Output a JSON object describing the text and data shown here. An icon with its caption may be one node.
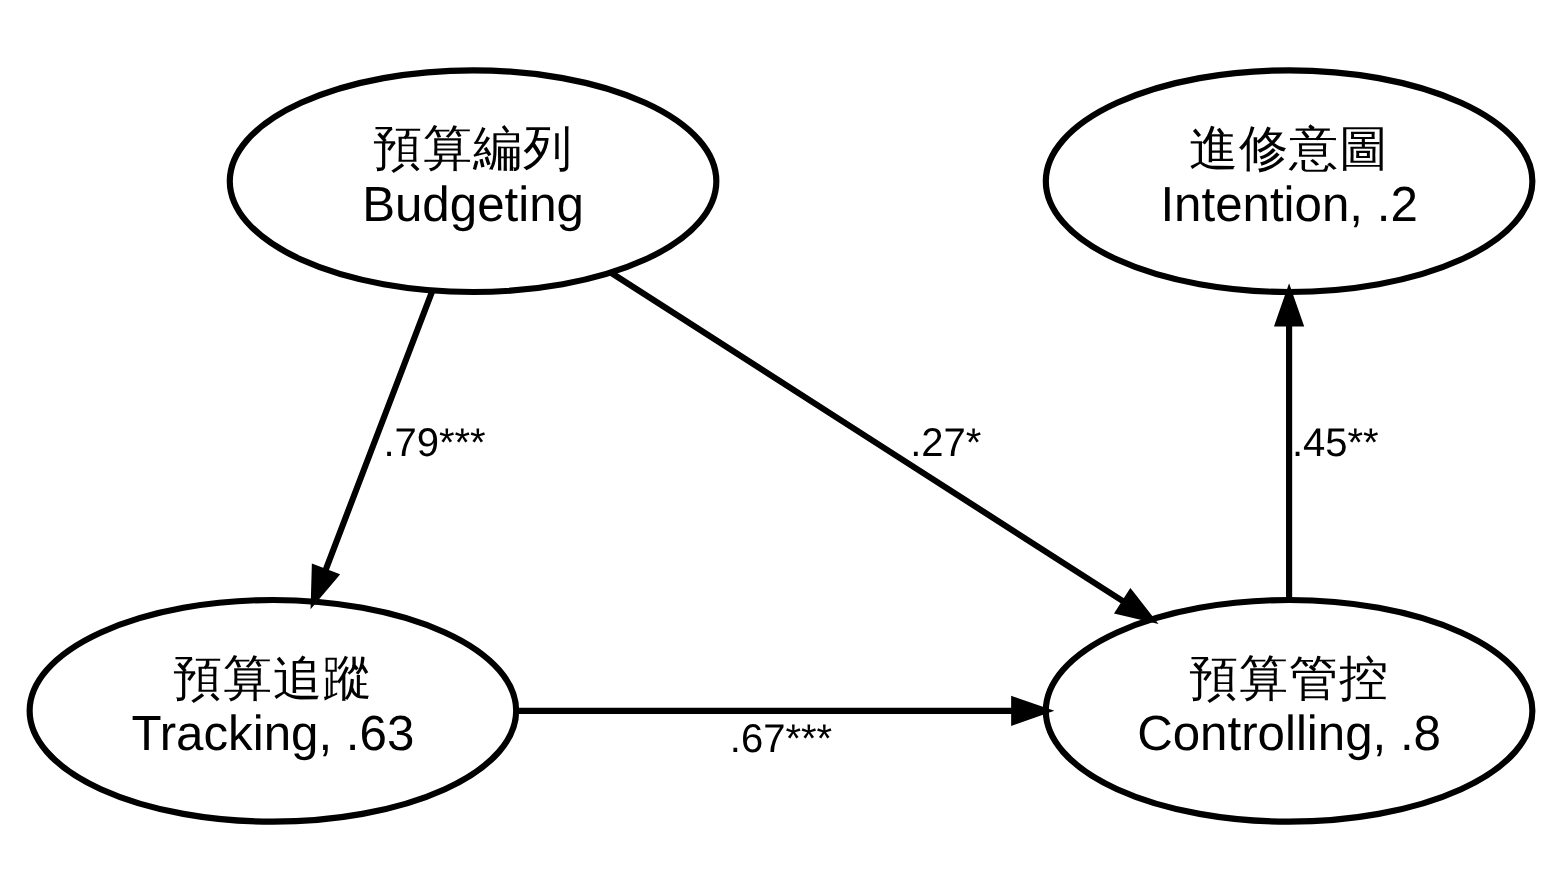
{
  "diagram": {
    "nodes": [
      {
        "text": [
          "預算追蹤",
          "Tracking, .63"
        ]
      },
      {
        "text": [
          "預算管控",
          "Controlling, .8"
        ]
      },
      {
        "text": [
          "預算編列",
          "Budgeting"
        ]
      },
      {
        "text": [
          "進修意圖",
          "Intention, .2"
        ]
      }
    ],
    "edges": [
      {
        "from": 0,
        "to": 1,
        "arrow": "to",
        "label": ".67***"
      },
      {
        "from": 2,
        "to": 0,
        "arrow": "to",
        "label": ".79***"
      },
      {
        "from": 2,
        "to": 1,
        "arrow": "to",
        "label": ".27*"
      },
      {
        "from": 1,
        "to": 3,
        "arrow": "to",
        "label": ".45**"
      }
    ]
  }
}
